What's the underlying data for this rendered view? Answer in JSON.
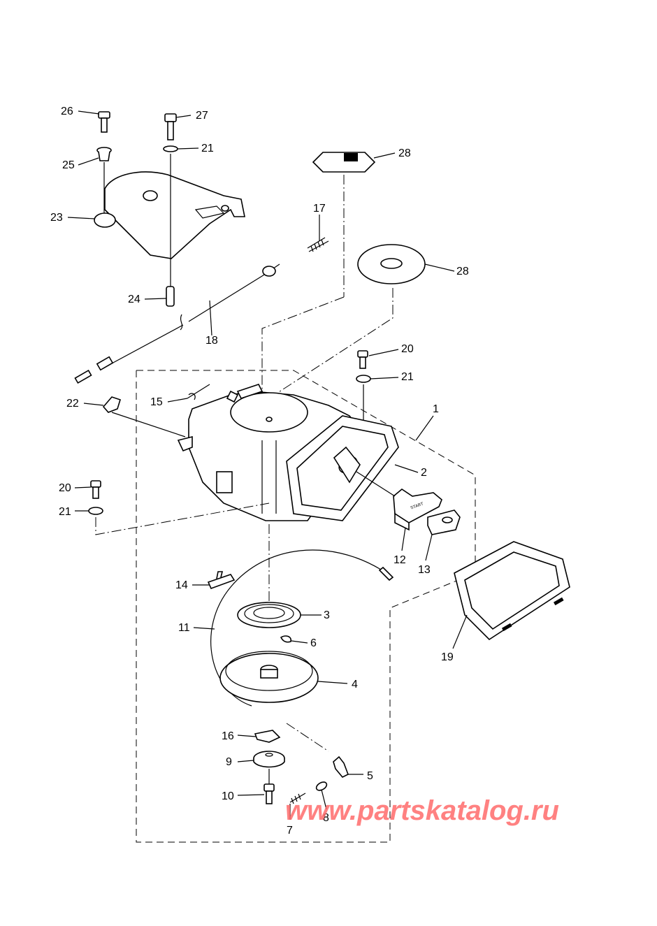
{
  "diagram": {
    "type": "exploded-parts",
    "subject": "recoil starter assembly",
    "callouts": [
      {
        "id": "c26",
        "label": "26"
      },
      {
        "id": "c27",
        "label": "27"
      },
      {
        "id": "c21a",
        "label": "21"
      },
      {
        "id": "c25",
        "label": "25"
      },
      {
        "id": "c23",
        "label": "23"
      },
      {
        "id": "c28a",
        "label": "28"
      },
      {
        "id": "c17",
        "label": "17"
      },
      {
        "id": "c28b",
        "label": "28"
      },
      {
        "id": "c24",
        "label": "24"
      },
      {
        "id": "c18",
        "label": "18"
      },
      {
        "id": "c20a",
        "label": "20"
      },
      {
        "id": "c21b",
        "label": "21"
      },
      {
        "id": "c1",
        "label": "1"
      },
      {
        "id": "c22",
        "label": "22"
      },
      {
        "id": "c15",
        "label": "15"
      },
      {
        "id": "c2",
        "label": "2"
      },
      {
        "id": "c20b",
        "label": "20"
      },
      {
        "id": "c21c",
        "label": "21"
      },
      {
        "id": "c12",
        "label": "12"
      },
      {
        "id": "c13",
        "label": "13"
      },
      {
        "id": "c14",
        "label": "14"
      },
      {
        "id": "c3",
        "label": "3"
      },
      {
        "id": "c11",
        "label": "11"
      },
      {
        "id": "c6",
        "label": "6"
      },
      {
        "id": "c4",
        "label": "4"
      },
      {
        "id": "c19",
        "label": "19"
      },
      {
        "id": "c16",
        "label": "16"
      },
      {
        "id": "c9",
        "label": "9"
      },
      {
        "id": "c5",
        "label": "5"
      },
      {
        "id": "c10",
        "label": "10"
      },
      {
        "id": "c7",
        "label": "7"
      },
      {
        "id": "c8",
        "label": "8"
      }
    ],
    "handle_text": "START",
    "watermark": "www.partskatalog.ru"
  }
}
